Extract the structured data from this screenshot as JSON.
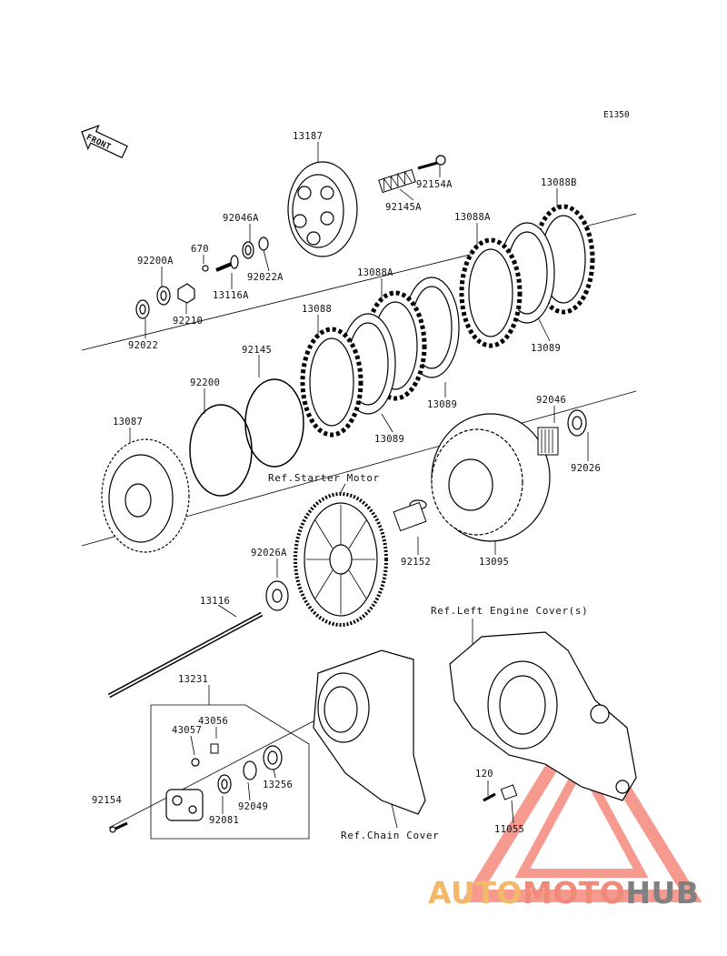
{
  "diagram_code": "E1350",
  "front_label": "FRONT",
  "parts": [
    {
      "id": "p13187",
      "text": "13187"
    },
    {
      "id": "p92154A",
      "text": "92154A"
    },
    {
      "id": "p92145A",
      "text": "92145A"
    },
    {
      "id": "p13088B",
      "text": "13088B"
    },
    {
      "id": "p13088A_top",
      "text": "13088A"
    },
    {
      "id": "p92046A",
      "text": "92046A"
    },
    {
      "id": "p670",
      "text": "670"
    },
    {
      "id": "p92200A",
      "text": "92200A"
    },
    {
      "id": "p92022A",
      "text": "92022A"
    },
    {
      "id": "p13116A",
      "text": "13116A"
    },
    {
      "id": "p13088A_mid",
      "text": "13088A"
    },
    {
      "id": "p13088",
      "text": "13088"
    },
    {
      "id": "p92210",
      "text": "92210"
    },
    {
      "id": "p92022",
      "text": "92022"
    },
    {
      "id": "p13089_r",
      "text": "13089"
    },
    {
      "id": "p92145",
      "text": "92145"
    },
    {
      "id": "p92200",
      "text": "92200"
    },
    {
      "id": "p13089_m",
      "text": "13089"
    },
    {
      "id": "p92046",
      "text": "92046"
    },
    {
      "id": "p13087",
      "text": "13087"
    },
    {
      "id": "p13089_b",
      "text": "13089"
    },
    {
      "id": "p92026",
      "text": "92026"
    },
    {
      "id": "p92152",
      "text": "92152"
    },
    {
      "id": "p13095",
      "text": "13095"
    },
    {
      "id": "p92026A",
      "text": "92026A"
    },
    {
      "id": "p13116",
      "text": "13116"
    },
    {
      "id": "p13231",
      "text": "13231"
    },
    {
      "id": "p43056",
      "text": "43056"
    },
    {
      "id": "p43057",
      "text": "43057"
    },
    {
      "id": "p120",
      "text": "120"
    },
    {
      "id": "p92154",
      "text": "92154"
    },
    {
      "id": "p13256",
      "text": "13256"
    },
    {
      "id": "p92049",
      "text": "92049"
    },
    {
      "id": "p92081",
      "text": "92081"
    },
    {
      "id": "p11055",
      "text": "11055"
    }
  ],
  "references": {
    "starter_motor": "Ref.Starter Motor",
    "left_engine_cover": "Ref.Left Engine Cover(s)",
    "chain_cover": "Ref.Chain Cover"
  },
  "watermark": {
    "part1": "AUTO",
    "part2": "MOTO",
    "part3": "HUB",
    "colors": {
      "auto": "#f2b96a",
      "moto": "#f08a7a",
      "hub": "#808080",
      "triangle": "#f3776a"
    }
  }
}
